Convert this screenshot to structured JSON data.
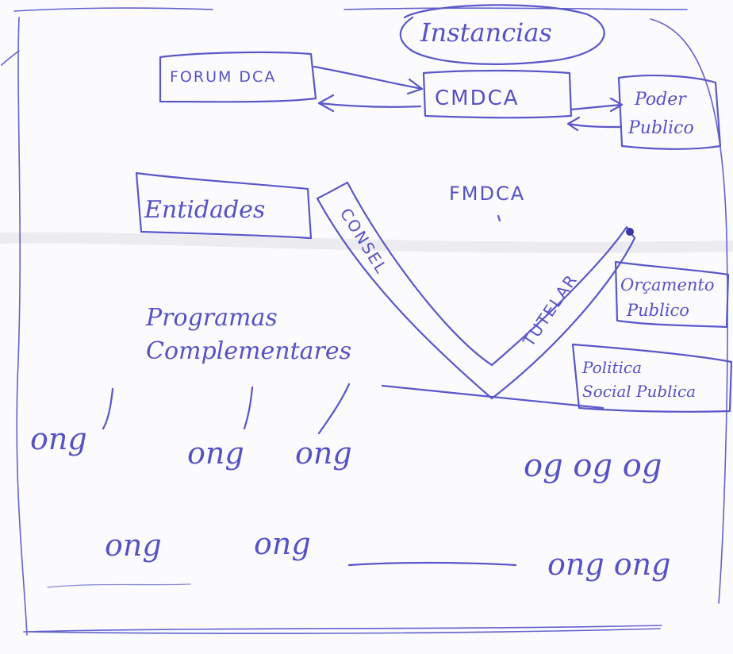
{
  "title": "Instancias",
  "nodes": {
    "forum": "FORUM DCA",
    "cmdca": "CMDCA",
    "poder_publico": [
      "Poder",
      "Publico"
    ],
    "fmdca": "FMDCA",
    "entidades": "Entidades",
    "conselho": "CONSEL",
    "tutelar": "TUTELAR",
    "orcamento": [
      "Orçamento",
      "Publico"
    ],
    "politica": [
      "Politica",
      "Social Publica"
    ]
  },
  "programas": [
    "Programas",
    "Complementares"
  ],
  "ong_row1": [
    "ong",
    "ong",
    "ong"
  ],
  "og_row1": "og og og",
  "ong_row2": [
    "ong",
    "ong",
    "ong ong"
  ],
  "colors": {
    "ink": "#5a57c9",
    "paper": "#fbfbfd"
  }
}
